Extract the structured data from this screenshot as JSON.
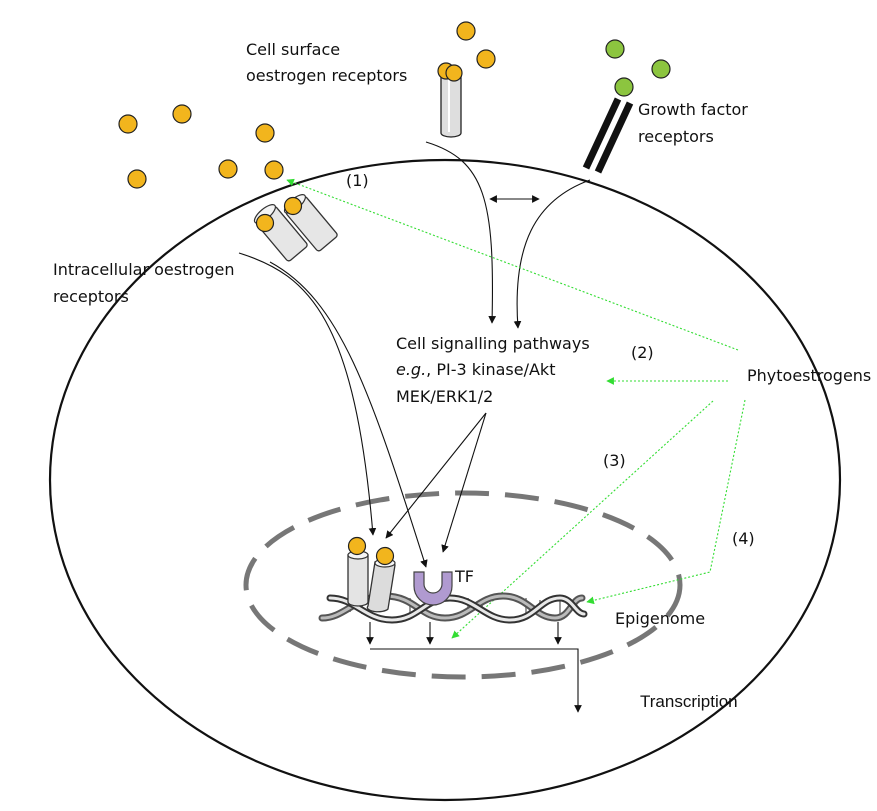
{
  "labels": {
    "cell_surface_line1": "Cell surface",
    "cell_surface_line2": "oestrogen receptors",
    "growth_factor_line1": "Growth factor",
    "growth_factor_line2": "receptors",
    "intracellular_line1": "Intracellular oestrogen",
    "intracellular_line2": "receptors",
    "signalling_line1": "Cell signalling pathways",
    "signalling_line2_italic": "e.g.",
    "signalling_line2_rest": ", PI-3 kinase/Akt",
    "signalling_line3": "MEK/ERK1/2",
    "phytoestrogens": "Phytoestrogens",
    "tf": "TF",
    "epigenome": "Epigenome",
    "transcription": "Transcription"
  },
  "steps": {
    "s1": "(1)",
    "s2": "(2)",
    "s3": "(3)",
    "s4": "(4)"
  },
  "colors": {
    "oestrogen_ligand": "#f2b51d",
    "growth_factor_ligand": "#8cc53f",
    "tf_protein": "#b09ad0",
    "phytoestrogen_arrow": "#33dd33",
    "nucleus_border": "#777777"
  }
}
